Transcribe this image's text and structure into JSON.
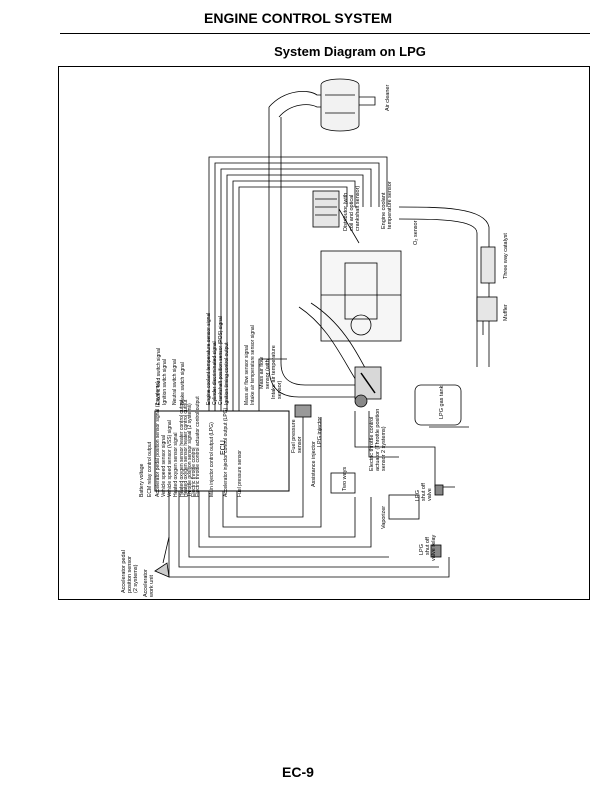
{
  "header": {
    "title": "ENGINE CONTROL SYSTEM"
  },
  "section": {
    "title": "System Diagram on LPG"
  },
  "diagram": {
    "ecu": "ECU",
    "air_cleaner": "Air cleaner",
    "distributor": [
      "Distributor (with",
      "coil and optical",
      "crankshaft sensor)"
    ],
    "coolant_sensor": [
      "Engine coolant",
      "temperature sensor"
    ],
    "o2_sensor": "O₂ sensor",
    "catalyst": "Three way catalyst",
    "muffler": "Muffler",
    "maf_sensor": [
      "Mass air flow",
      "sensor (with",
      "Intake air temperature",
      "sensor)"
    ],
    "throttle_control": [
      "Electric throttle control",
      "actuator (Throttle position",
      "sensor 2 systems)"
    ],
    "fuel_pressure_sensor": [
      "Fuel pressure",
      "sensor"
    ],
    "lpg_injector": "LPG injector",
    "assistance_injector": "Assistance injector",
    "two_ways": "Two ways",
    "lpg_gas_tank": "LPG gas tank",
    "vaporizer": "Vaporizer",
    "lpg_shutoff_valve": [
      "LPG",
      "shut off",
      "valve"
    ],
    "lpg_shutoff_valve_relay": [
      "LPG",
      "shut off",
      "valve relay"
    ],
    "accel_pedal_sensor": [
      "Accelerator pedal",
      "position sensor",
      "(2 systems)"
    ],
    "accel_work_unit": [
      "Accelerator",
      "work unit"
    ],
    "upper_signals": [
      "Electric load switch signal",
      "Ignition switch signal",
      "Neutral switch signal",
      "Brake switch signal",
      "Engine coolant temperature sensor signal",
      "Cylinder discriminated signal",
      "Crankshaft position sensor (POS) signal",
      "Ignition timing control output",
      "Mass air flow sensor signal",
      "Intake air temperature sensor signal"
    ],
    "lower_signals": [
      "Battery voltage",
      "ECM relay control output",
      "Accelerator pedal position sensor signal (2 systems)",
      "Vehicle speed sensor (VSS) signal",
      "Heated oxygen sensor signal",
      "Heated oxygen sensor heater control output",
      "Throttle position sensor signal (2 systems)",
      "Electric throttle control actuator control output",
      "Main injector control output (LPG)",
      "Accelerator injector control output (LPG)",
      "Fuel pressure sensor"
    ],
    "lower_signals_aux": [
      "Vehicle speed sensor signal",
      "Heated oxygen sensor heater control output",
      "Electric throttle control"
    ]
  },
  "footer": {
    "page_number": "EC-9"
  }
}
